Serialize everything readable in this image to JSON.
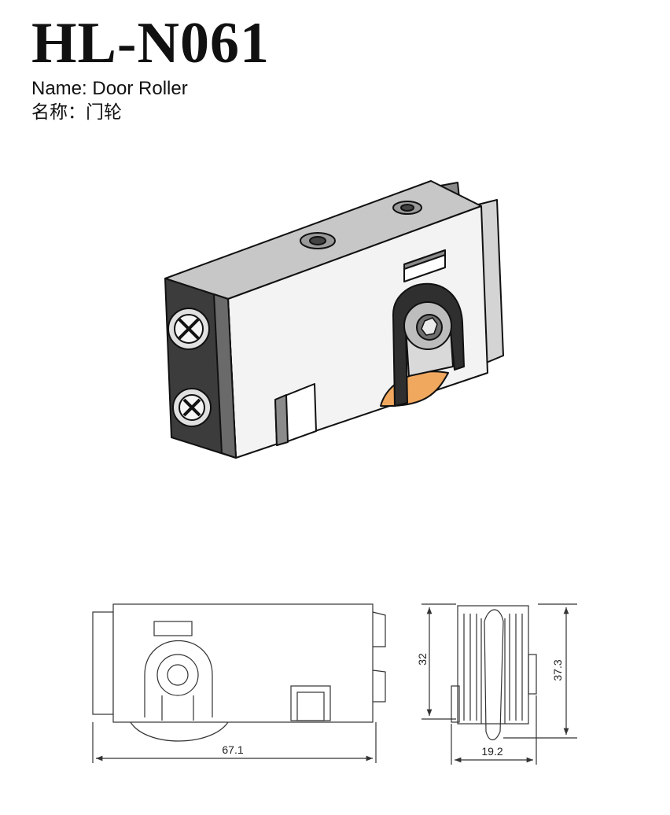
{
  "header": {
    "model": "HL-N061",
    "name_en": "Name: Door Roller",
    "name_cn": "名称：门轮"
  },
  "dimensions": {
    "length": "67.1",
    "width": "19.2",
    "height_body": "32",
    "height_total": "37.3"
  },
  "colors": {
    "wheel": "#f0a85f",
    "body": "#f2f2f2",
    "line": "#111111",
    "dark": "#3b3b3b"
  }
}
